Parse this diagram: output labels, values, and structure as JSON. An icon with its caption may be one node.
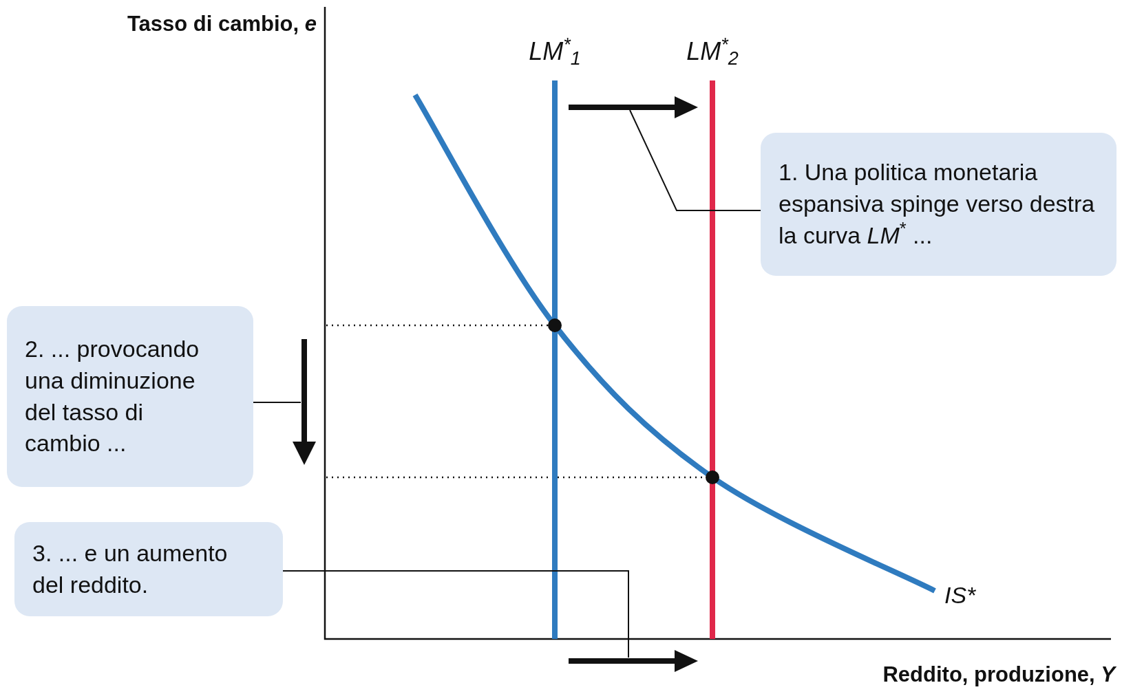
{
  "diagram": {
    "nodes": [
      {
        "text": [
          "1. Una politica monetaria espansiva spinge verso destra la curva *LM*$^{*}$ ..."
        ]
      },
      {
        "text": [],
        "shape": "arrow"
      },
      {
        "text": [
          "2. ... provocando una diminuzione del tasso di cambio ..."
        ]
      },
      {
        "text": [],
        "shape": "arrow"
      },
      {
        "text": [
          "3. ... e un aumento del reddito."
        ]
      },
      {
        "text": [],
        "shape": "arrow"
      }
    ],
    "edges": [
      {
        "from": 0,
        "to": 1,
        "arrow": "none"
      },
      {
        "from": 2,
        "to": 3,
        "arrow": "none"
      },
      {
        "from": 4,
        "to": 5,
        "arrow": "none"
      }
    ],
    "labels": [
      "Tasso di cambio, *e*",
      "LM$^{*}$$_{1}$",
      "LM$^{*}$$_{2}$",
      "IS*",
      "Reddito, produzione, *Y*"
    ]
  }
}
